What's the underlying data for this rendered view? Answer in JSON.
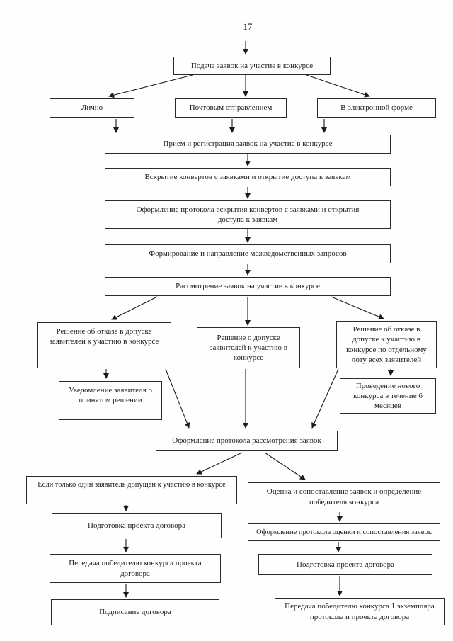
{
  "colors": {
    "ink": "#1c1c1c",
    "background": "#fefefe"
  },
  "page": {
    "number": "17"
  },
  "nodes": {
    "submission": "Подача заявок на участие в конкурсе",
    "in_person": "Лично",
    "by_mail": "Почтовым отправлением",
    "electronic": "В электронной форме",
    "reception": "Прием и регистрация заявок на участие в конкурсе",
    "envelope_opening": "Вскрытие конвертов с заявками и открытие доступа к заявкам",
    "opening_protocol": "Оформление протокола вскрытия конвертов с заявками и открытия доступа к заявкам",
    "interagency_requests": "Формирование и направление межведомственных запросов",
    "consideration": "Рассмотрение заявок на участие в конкурсе",
    "refusal_decision": "Решение об отказе в допуске заявителей к участию в конкурсе",
    "admission_decision": "Решение о допуске заявителей к участию в конкурсе",
    "lot_refusal_decision": "Решение об отказе в допуске к участию в конкурсе по отдельному лоту всех заявителей",
    "applicant_notification": "Уведомление заявителя о принятом решении",
    "new_competition": "Проведение нового конкурса в течение 6 месяцев",
    "consideration_protocol": "Оформление протокола рассмотрения заявок",
    "single_applicant": "Если только один заявитель допущен к участию в конкурсе",
    "evaluation": "Оценка и сопоставление заявок и определение победителя конкурса",
    "draft_contract_single": "Подготовка проекта договора",
    "draft_transfer_single": "Передача победителю конкурса проекта договора",
    "contract_signing": "Подписание договора",
    "evaluation_protocol": "Оформление протокола оценки и сопоставления заявок",
    "draft_contract_winner": "Подготовка проекта договора",
    "protocol_transfer_winner": "Передача победителю конкурса 1 экземпляра протокола и проекта договора"
  }
}
